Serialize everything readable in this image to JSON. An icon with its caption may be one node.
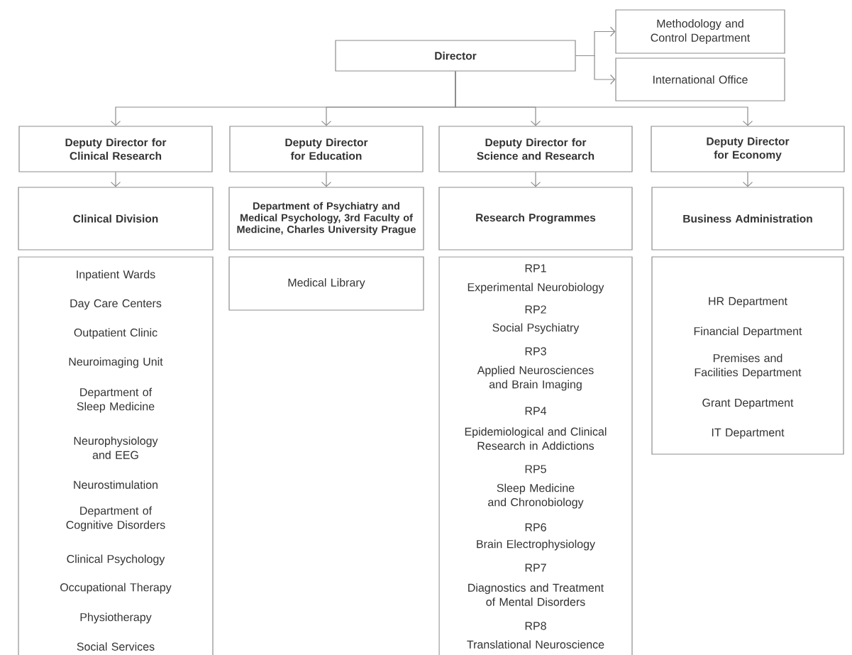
{
  "diagram": {
    "nodes": [
      {
        "text": [
          "Director"
        ]
      },
      {
        "text": [
          "Methodology and Control Department"
        ]
      },
      {
        "text": [
          "International Office"
        ]
      },
      {
        "text": [
          "Deputy Director for Clinical Research"
        ]
      },
      {
        "text": [
          "Deputy Director for Education"
        ]
      },
      {
        "text": [
          "Deputy Director for Science and Research"
        ]
      },
      {
        "text": [
          "Deputy Director for Economy"
        ]
      },
      {
        "text": [
          "Clinical Division"
        ]
      },
      {
        "text": [
          "Department of Psychiatry and Medical Psychology, 3rd Faculty of Medicine, Charles University Prague"
        ]
      },
      {
        "text": [
          "Research Programmes"
        ]
      },
      {
        "text": [
          "Business Administration"
        ]
      },
      {
        "text": [
          "Inpatient Wards",
          "Day Care Centers",
          "Outpatient Clinic",
          "Neuroimaging Unit",
          "Department of Sleep Medicine",
          "Neurophysiology and EEG",
          "Neurostimulation",
          "Department of Cognitive Disorders",
          "Clinical Psychology",
          "Occupational Therapy",
          "Physiotherapy",
          "Social Services"
        ]
      },
      {
        "text": [
          "Medical Library"
        ]
      },
      {
        "text": [
          "RP1",
          "Experimental Neurobiology",
          "RP2",
          "Social Psychiatry",
          "RP3",
          "Applied Neurosciences and Brain Imaging",
          "RP4",
          "Epidemiological and Clinical Research in Addictions",
          "RP5",
          "Sleep Medicine and Chronobiology",
          "RP6",
          "Brain Electrophysiology",
          "RP7",
          "Diagnostics and Treatment of Mental Disorders",
          "RP8",
          "Translational Neuroscience"
        ]
      },
      {
        "text": [
          "HR Department",
          "Financial Department",
          "Premises and Facilities Department",
          "Grant Department",
          "IT Department"
        ]
      }
    ],
    "edges": [
      {
        "from": 0,
        "to": 1,
        "arrow": "to"
      },
      {
        "from": 0,
        "to": 2,
        "arrow": "to"
      },
      {
        "from": 0,
        "to": 3,
        "arrow": "to"
      },
      {
        "from": 0,
        "to": 4,
        "arrow": "to"
      },
      {
        "from": 0,
        "to": 5,
        "arrow": "to"
      },
      {
        "from": 0,
        "to": 6,
        "arrow": "to"
      },
      {
        "from": 3,
        "to": 7,
        "arrow": "to"
      },
      {
        "from": 4,
        "to": 8,
        "arrow": "to"
      },
      {
        "from": 5,
        "to": 9,
        "arrow": "to"
      },
      {
        "from": 6,
        "to": 10,
        "arrow": "to"
      }
    ]
  }
}
